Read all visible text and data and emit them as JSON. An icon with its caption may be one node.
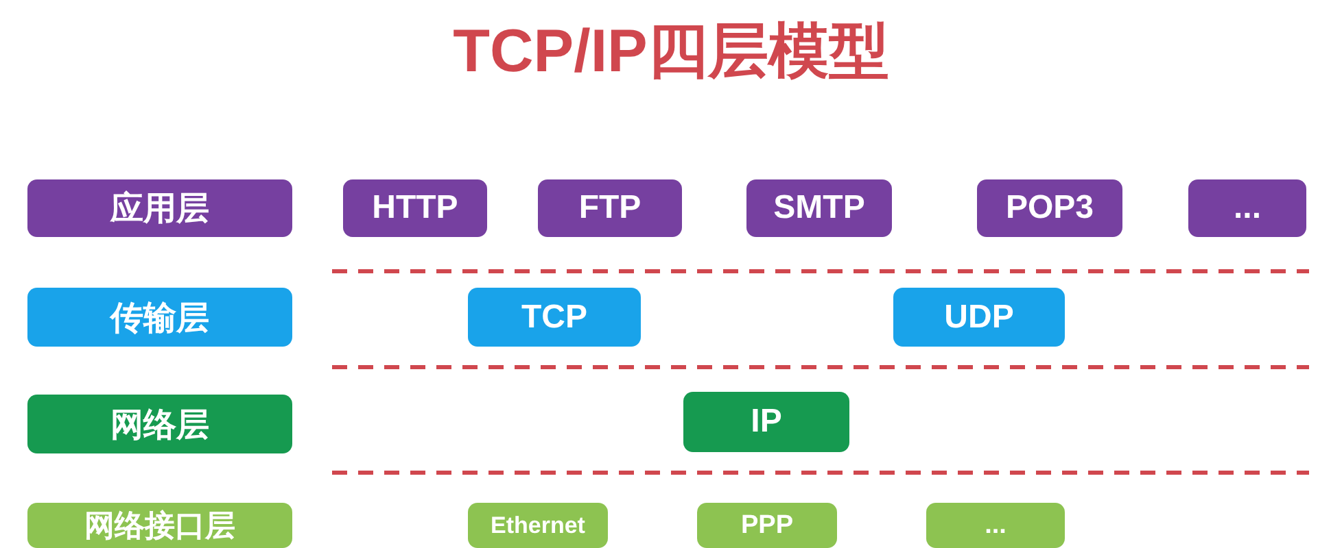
{
  "diagram": {
    "title": "TCP/IP四层模型",
    "nodes": [
      {
        "text": [
          "应用层"
        ]
      },
      {
        "text": [
          "HTTP"
        ]
      },
      {
        "text": [
          "FTP"
        ]
      },
      {
        "text": [
          "SMTP"
        ]
      },
      {
        "text": [
          "POP3"
        ]
      },
      {
        "text": [
          "..."
        ]
      },
      {
        "text": [
          "传输层"
        ]
      },
      {
        "text": [
          "TCP"
        ]
      },
      {
        "text": [
          "UDP"
        ]
      },
      {
        "text": [
          "网络层"
        ]
      },
      {
        "text": [
          "IP"
        ]
      },
      {
        "text": [
          "网络接口层"
        ]
      },
      {
        "text": [
          "Ethernet"
        ]
      },
      {
        "text": [
          "PPP"
        ]
      },
      {
        "text": [
          "..."
        ]
      }
    ]
  }
}
